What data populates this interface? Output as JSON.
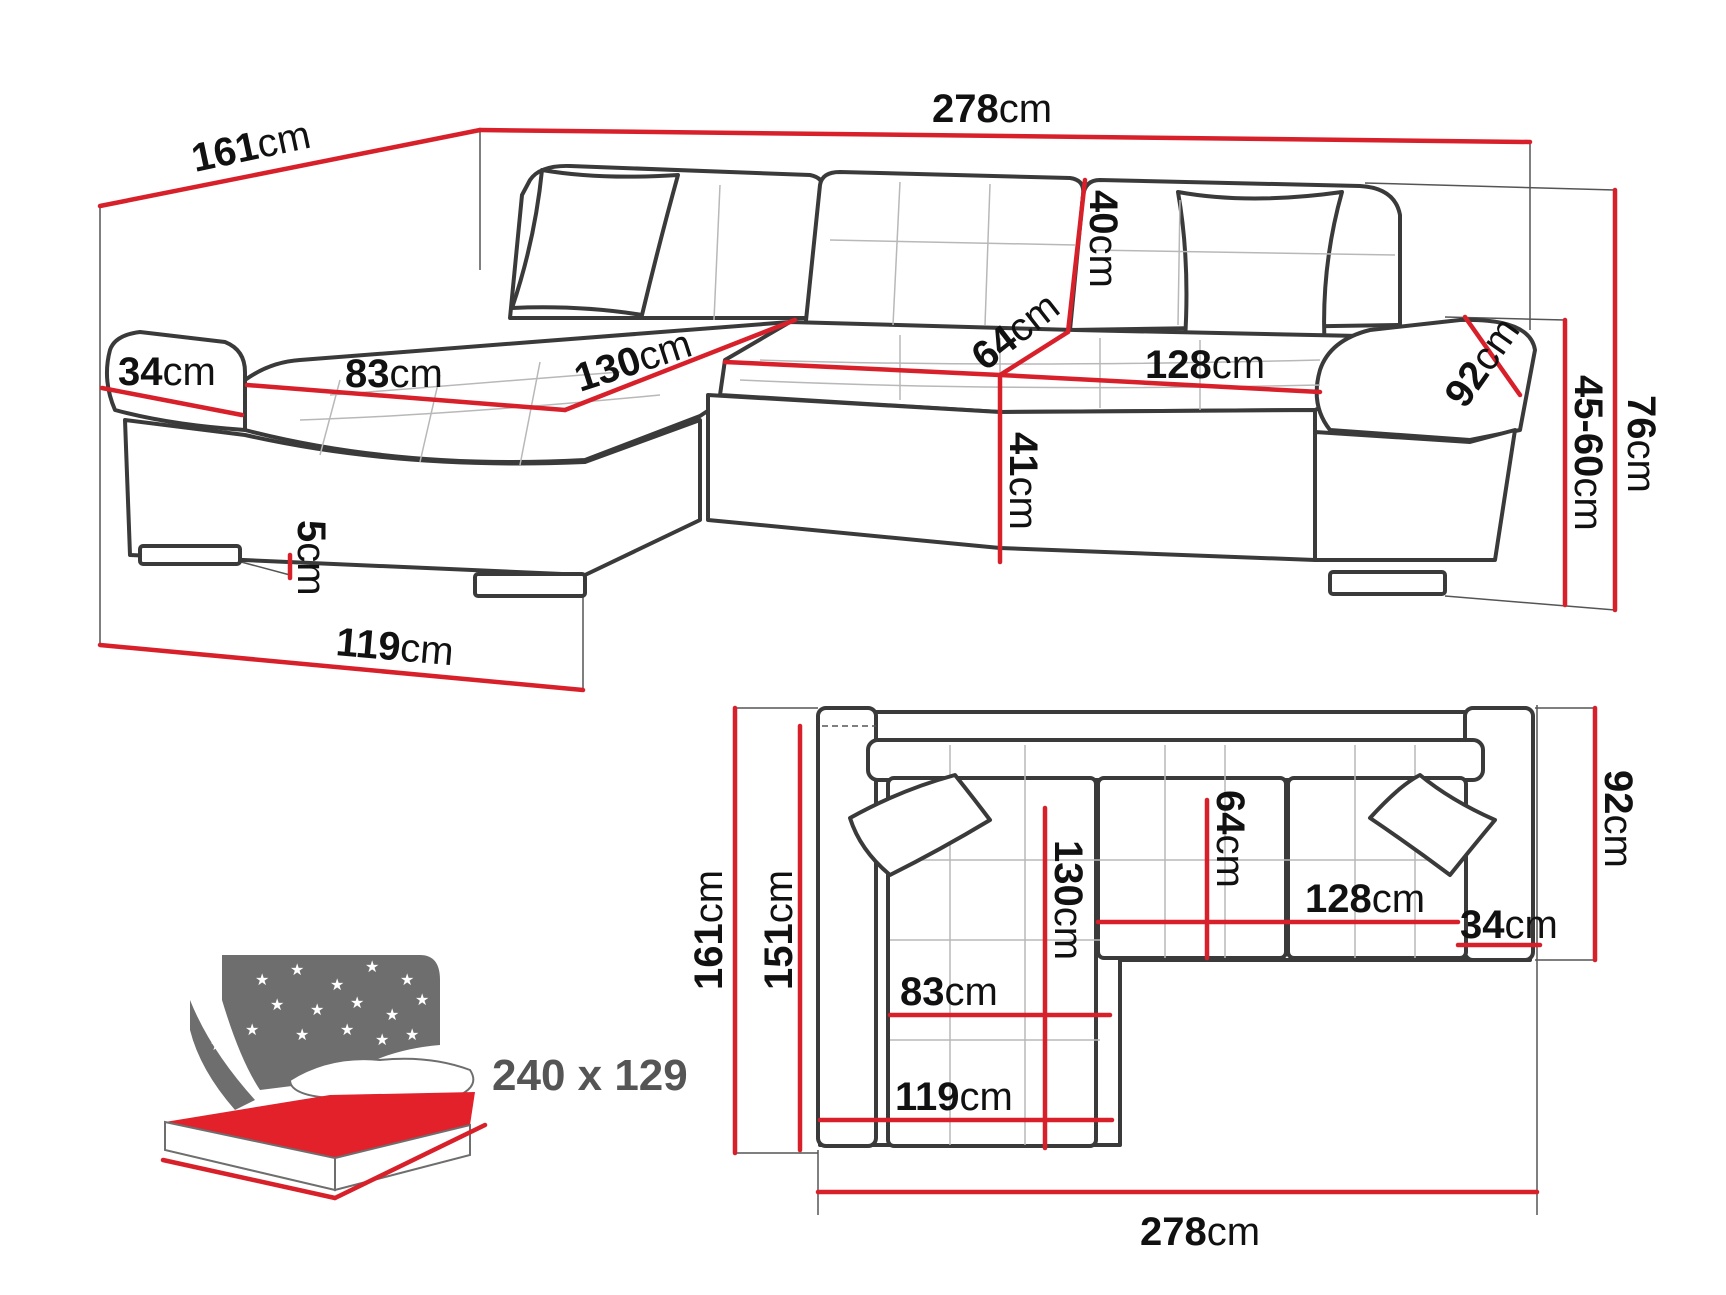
{
  "colors": {
    "dimension": "#d8202a",
    "outline": "#3a3a3a",
    "mattress": "#e2212b",
    "night": "#6e6e6e"
  },
  "unit": "cm",
  "perspective_view": {
    "depth_chaise": {
      "value": "161",
      "unit": "cm"
    },
    "width_total": {
      "value": "278",
      "unit": "cm"
    },
    "chaise_armrest": {
      "value": "34",
      "unit": "cm"
    },
    "chaise_seat_width": {
      "value": "83",
      "unit": "cm"
    },
    "chaise_seat_depth": {
      "value": "130",
      "unit": "cm"
    },
    "backrest_height": {
      "value": "40",
      "unit": "cm"
    },
    "seat_depth": {
      "value": "64",
      "unit": "cm"
    },
    "seat_width": {
      "value": "128",
      "unit": "cm"
    },
    "armrest_depth": {
      "value": "92",
      "unit": "cm"
    },
    "seat_height": {
      "value": "41",
      "unit": "cm"
    },
    "arm_height": {
      "value": "45-60",
      "unit": "cm"
    },
    "total_height": {
      "value": "76",
      "unit": "cm"
    },
    "leg_height": {
      "value": "5",
      "unit": "cm"
    },
    "chaise_width": {
      "value": "119",
      "unit": "cm"
    }
  },
  "top_view": {
    "total_depth": {
      "value": "161",
      "unit": "cm"
    },
    "inner_depth": {
      "value": "151",
      "unit": "cm"
    },
    "chaise_seat_depth": {
      "value": "130",
      "unit": "cm"
    },
    "seat_depth": {
      "value": "64",
      "unit": "cm"
    },
    "arm_depth": {
      "value": "92",
      "unit": "cm"
    },
    "seat_width": {
      "value": "128",
      "unit": "cm"
    },
    "armrest_width": {
      "value": "34",
      "unit": "cm"
    },
    "chaise_seat_width": {
      "value": "83",
      "unit": "cm"
    },
    "chaise_width": {
      "value": "119",
      "unit": "cm"
    },
    "total_width": {
      "value": "278",
      "unit": "cm"
    }
  },
  "bed_icon": {
    "sleeping_area": "240 x 129"
  }
}
